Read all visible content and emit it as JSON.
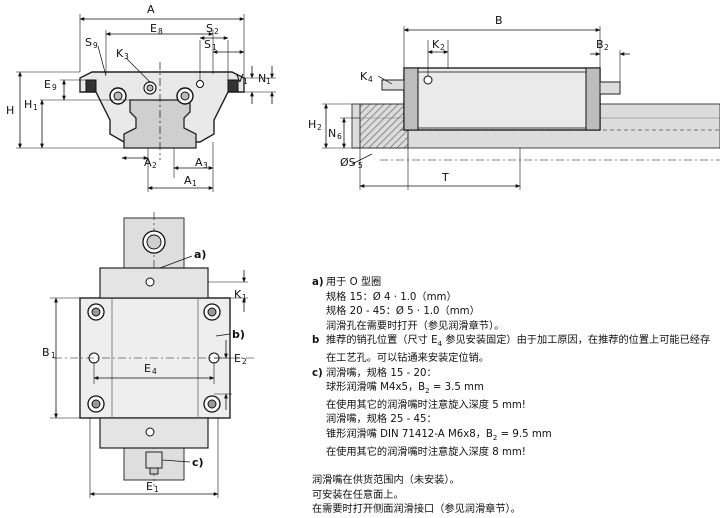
{
  "labels": {
    "front": {
      "A": "A",
      "E8": "E",
      "E8s": "8",
      "S2": "S",
      "S2s": "2",
      "S9": "S",
      "S9s": "9",
      "K3": "K",
      "K3s": "3",
      "S1": "S",
      "S1s": "1",
      "E9": "E",
      "E9s": "9",
      "H": "H",
      "H1": "H",
      "H1s": "1",
      "V1": "V",
      "V1s": "1",
      "N1": "N",
      "N1s": "1",
      "A2": "A",
      "A2s": "2",
      "A3": "A",
      "A3s": "3",
      "A1": "A",
      "A1s": "1"
    },
    "side": {
      "B": "B",
      "K2": "K",
      "K2s": "2",
      "B2": "B",
      "B2s": "2",
      "K4": "K",
      "K4s": "4",
      "H2": "H",
      "H2s": "2",
      "N6": "N",
      "N6s": "6",
      "S5": "ØS",
      "S5s": "5",
      "T": "T"
    },
    "top": {
      "a": "a)",
      "b": "b)",
      "c": "c)",
      "K1": "K",
      "K1s": "1",
      "B1": "B",
      "B1s": "1",
      "E2": "E",
      "E2s": "2",
      "E4": "E",
      "E4s": "4",
      "E1": "E",
      "E1s": "1"
    }
  },
  "notes": {
    "a_key": "a)",
    "a_lines": [
      "用于 O 型圈",
      "规格 15：Ø 4 · 1.0（mm）",
      "规格 20 - 45：Ø 5 · 1.0（mm）",
      "润滑孔在需要时打开（参见润滑章节）。"
    ],
    "b_key": "b",
    "b_line1_pre": "推荐的销孔位置（尺寸 E",
    "b_line1_sub": "4",
    "b_line1_post": " 参见安装固定）由于加工原因，在推荐的位置上可能已经存",
    "b_line2": "在工艺孔。可以钻通来安装定位销。",
    "c_key": "c)",
    "c_line1": "润滑嘴，规格 15 - 20：",
    "c_line2_pre": "球形润滑嘴 M4x5，B",
    "c_line2_sub": "2",
    "c_line2_post": " = 3.5 mm",
    "c_line3": "在使用其它的润滑嘴时注意旋入深度 5 mm!",
    "c_line4": "润滑嘴，规格 25 - 45：",
    "c_line5_pre": "锥形润滑嘴 DIN 71412-A M6x8，B",
    "c_line5_sub": "2",
    "c_line5_post": " = 9.5 mm",
    "c_line6": "在使用其它的润滑嘴时注意旋入深度 8 mm!",
    "footer": [
      "润滑嘴在供货范围内（未安装）。",
      "可安装在任意面上。",
      "在需要时打开侧面润滑接口（参见润滑章节）。"
    ]
  }
}
